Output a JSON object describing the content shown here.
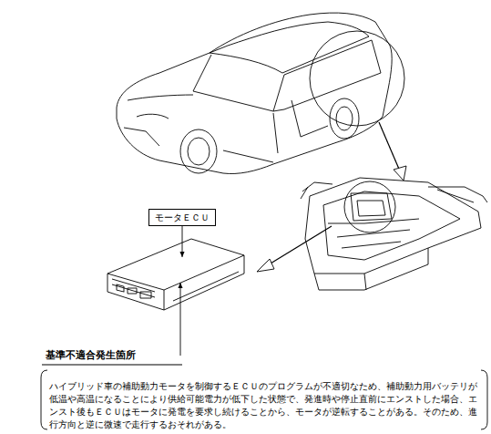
{
  "diagram": {
    "caption": "ハイブリッド車の補助動力モータを制御するＥＣＵのプログラムが不適切なため、補助動力用バッテリが低温や高温になることにより供給可能電力が低下した状態で、発進時や停止直前にエンストした場合、エンスト後もＥＣＵはモータに発電を要求し続けることから、モータが逆転することがある。そのため、進行方向と逆に微速で走行するおそれがある。",
    "nodes": [
      {
        "text": [
          "モータＥＣＵ"
        ]
      }
    ],
    "labels": [
      "基準不適合発生箇所"
    ]
  }
}
